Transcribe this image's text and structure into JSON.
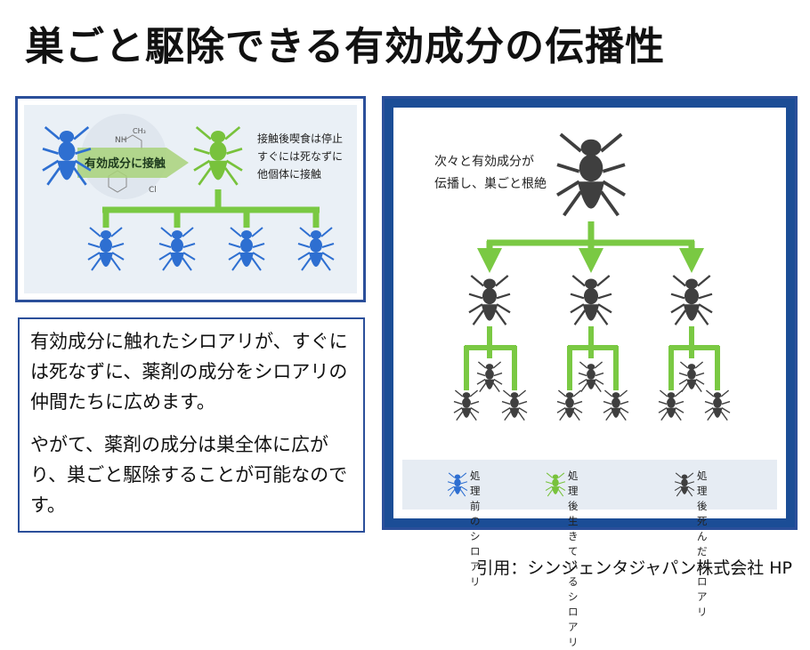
{
  "title": "巣ごと駆除できる有効成分の伝播性",
  "left_diagram": {
    "arrow_label": "有効成分に接触",
    "chem_label": "NH",
    "chem_label2": "CH₃",
    "chem_label3": "Cl",
    "side_caption_1": "接触後喫食は停止",
    "side_caption_2": "すぐには死なずに",
    "side_caption_3": "他個体に接触"
  },
  "description": {
    "paragraph_1": "有効成分に触れたシロアリが、すぐには死なずに、薬剤の成分をシロアリの仲間たちに広めます。",
    "paragraph_2": "やがて、薬剤の成分は巣全体に広がり、巣ごと駆除することが可能なのです。"
  },
  "right_diagram": {
    "caption_1": "次々と有効成分が",
    "caption_2": "伝播し、巣ごと根絶",
    "legend": [
      {
        "label": "処理前の\nシロアリ",
        "color": "#2e6fd1"
      },
      {
        "label": "処理後生きている\nシロアリ",
        "color": "#78c23c"
      },
      {
        "label": "処理後死んだ\nシロアリ",
        "color": "#3f3f3f"
      }
    ]
  },
  "colors": {
    "border": "#2b4f9a",
    "arrow_green": "#7ac943",
    "blue_termite": "#2e6fd1",
    "green_termite": "#78c23c",
    "dead_termite": "#3f3f3f"
  },
  "citation": "引用：シンジェンタジャパン株式会社 HP"
}
